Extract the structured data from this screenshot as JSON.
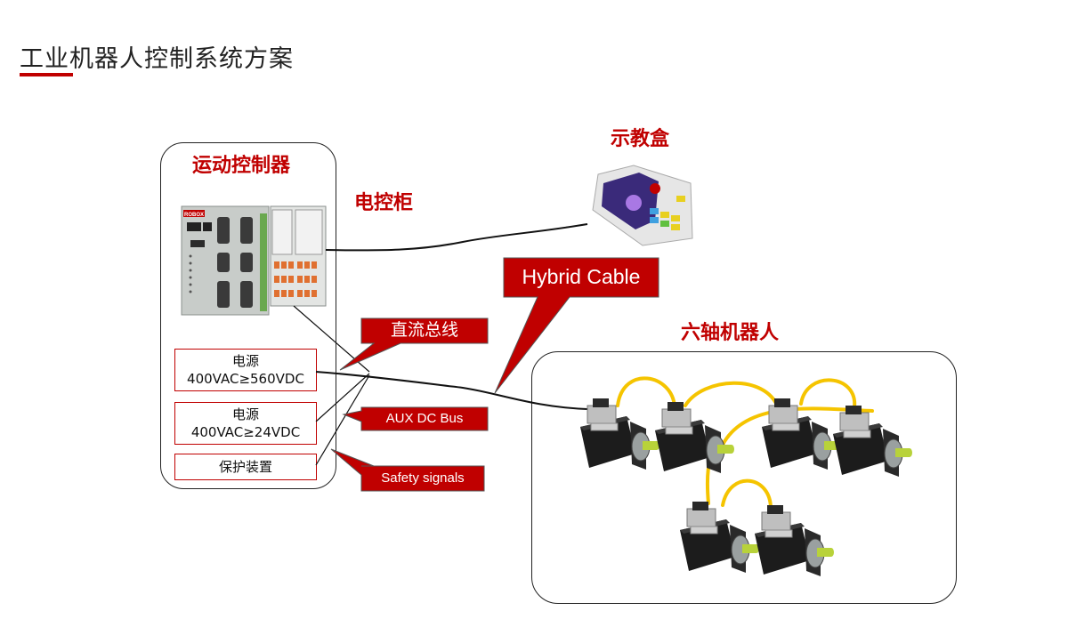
{
  "title": "工业机器人控制系统方案",
  "labels": {
    "motion_controller": "运动控制器",
    "cabinet": "电控柜",
    "teach_pendant": "示教盒",
    "robot": "六轴机器人"
  },
  "controller_brand": "ROBOX",
  "power_boxes": [
    {
      "line1": "电源",
      "line2": "400VAC≥560VDC"
    },
    {
      "line1": "电源",
      "line2": "400VAC≥24VDC"
    },
    {
      "line1": "保护装置"
    }
  ],
  "callouts": {
    "hybrid_cable": "Hybrid Cable",
    "dc_bus": "直流总线",
    "aux_dc_bus": "AUX DC Bus",
    "safety": "Safety signals"
  },
  "colors": {
    "accent": "#c00000",
    "cable_yellow": "#f5c400",
    "motor_body": "#1c1c1c",
    "shaft": "#b8d23a"
  }
}
